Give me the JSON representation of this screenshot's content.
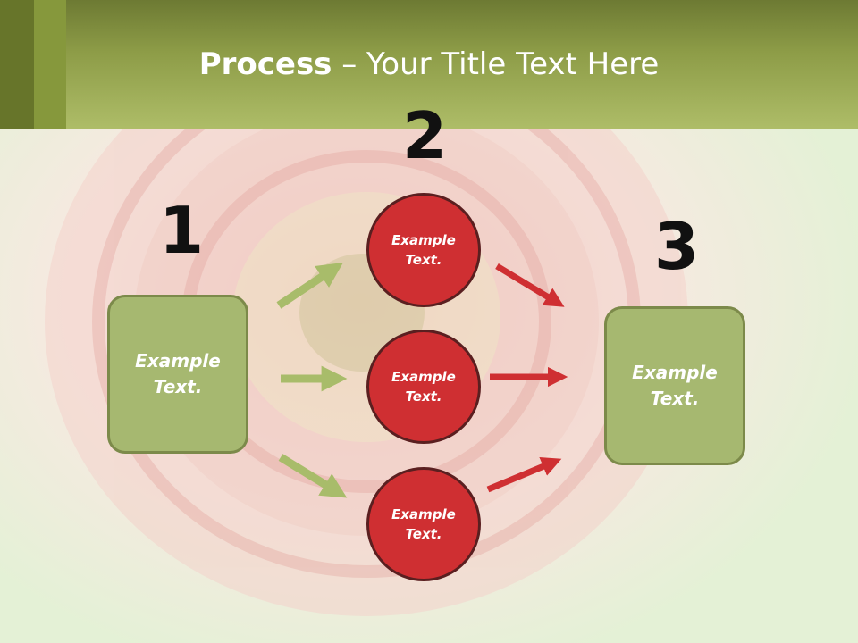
{
  "title": {
    "bold": "Process",
    "rest": " – Your Title Text Here"
  },
  "steps": {
    "one": "1",
    "two": "2",
    "three": "3"
  },
  "left_box": {
    "text": "Example\nText."
  },
  "right_box": {
    "text": "Example\nText."
  },
  "circles": [
    {
      "text": "Example\nText."
    },
    {
      "text": "Example\nText."
    },
    {
      "text": "Example\nText."
    }
  ],
  "colors": {
    "header": "#8d9c47",
    "box_fill": "#a6b870",
    "circle_fill": "#cf2f32",
    "green_arrow": "#a8bc6a",
    "red_arrow": "#cf2f32"
  }
}
